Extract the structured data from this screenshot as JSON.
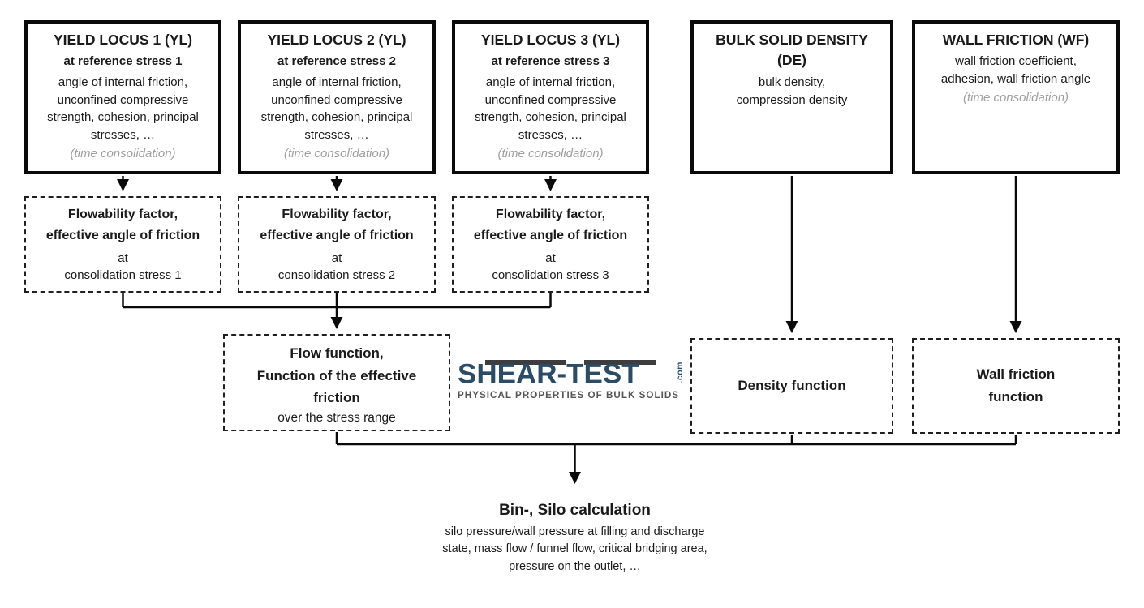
{
  "colors": {
    "background": "#ffffff",
    "box_border": "#0a0a0a",
    "text": "#1a1a1a",
    "note_gray": "#9e9e9e",
    "logo_blue": "#2b4c66",
    "logo_bar_gray": "#3d3d3d",
    "tagline_gray": "#555555"
  },
  "boxes": {
    "yl1": {
      "title": "YIELD LOCUS 1 (YL)",
      "subtitle": "at reference stress 1",
      "body": "angle of internal friction,\nunconfined compressive\nstrength, cohesion, principal\nstresses, …",
      "note": "(time consolidation)"
    },
    "yl2": {
      "title": "YIELD LOCUS 2 (YL)",
      "subtitle": "at reference stress 2",
      "body": "angle of internal friction,\nunconfined compressive\nstrength, cohesion, principal\nstresses, …",
      "note": "(time consolidation)"
    },
    "yl3": {
      "title": "YIELD LOCUS 3 (YL)",
      "subtitle": "at reference stress 3",
      "body": "angle of internal friction,\nunconfined compressive\nstrength, cohesion, principal\nstresses, …",
      "note": "(time consolidation)"
    },
    "density": {
      "title": "BULK SOLID DENSITY\n(DE)",
      "body": "bulk density,\ncompression density"
    },
    "wall_friction": {
      "title": "WALL FRICTION (WF)",
      "body": "wall friction coefficient,\nadhesion, wall friction angle",
      "note": "(time consolidation)"
    },
    "flowability1": {
      "heading": "Flowability factor,\neffective angle of friction",
      "sub": "at\nconsolidation stress 1"
    },
    "flowability2": {
      "heading": "Flowability factor,\neffective angle of friction",
      "sub": "at\nconsolidation stress 2"
    },
    "flowability3": {
      "heading": "Flowability factor,\neffective angle of friction",
      "sub": "at\nconsolidation stress 3"
    },
    "flow_function": {
      "heading": "Flow function,\nFunction of the effective\nfriction",
      "sub": "over the stress range"
    },
    "density_function": {
      "heading": "Density function"
    },
    "wall_friction_function": {
      "heading": "Wall friction\nfunction"
    },
    "silo": {
      "heading": "Bin-, Silo calculation",
      "body": "silo pressure/wall pressure at filling and discharge\nstate, mass flow / funnel flow, critical bridging area,\npressure on the outlet, …"
    }
  },
  "logo": {
    "brand": "SHEAR-TEST",
    "tld": ".com",
    "tagline": "PHYSICAL PROPERTIES OF BULK SOLIDS"
  }
}
